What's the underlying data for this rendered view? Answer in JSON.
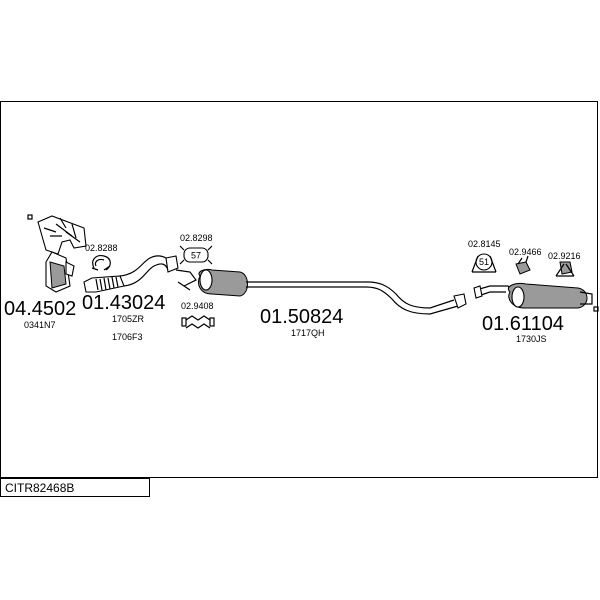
{
  "diagram": {
    "reference": "CITR82468B",
    "parts": [
      {
        "number": "04.4502",
        "codes": [
          "0341N7"
        ]
      },
      {
        "number": "01.43024",
        "codes": [
          "1705ZR",
          "1706F3"
        ]
      },
      {
        "number": "01.50824",
        "codes": [
          "1717QH"
        ]
      },
      {
        "number": "01.61104",
        "codes": [
          "1730JS"
        ]
      }
    ],
    "accessories": [
      "02.8288",
      "02.8298",
      "02.9408",
      "02.8145",
      "02.9466",
      "02.9216"
    ],
    "badges": {
      "clamp": "57",
      "hanger": "51"
    }
  }
}
